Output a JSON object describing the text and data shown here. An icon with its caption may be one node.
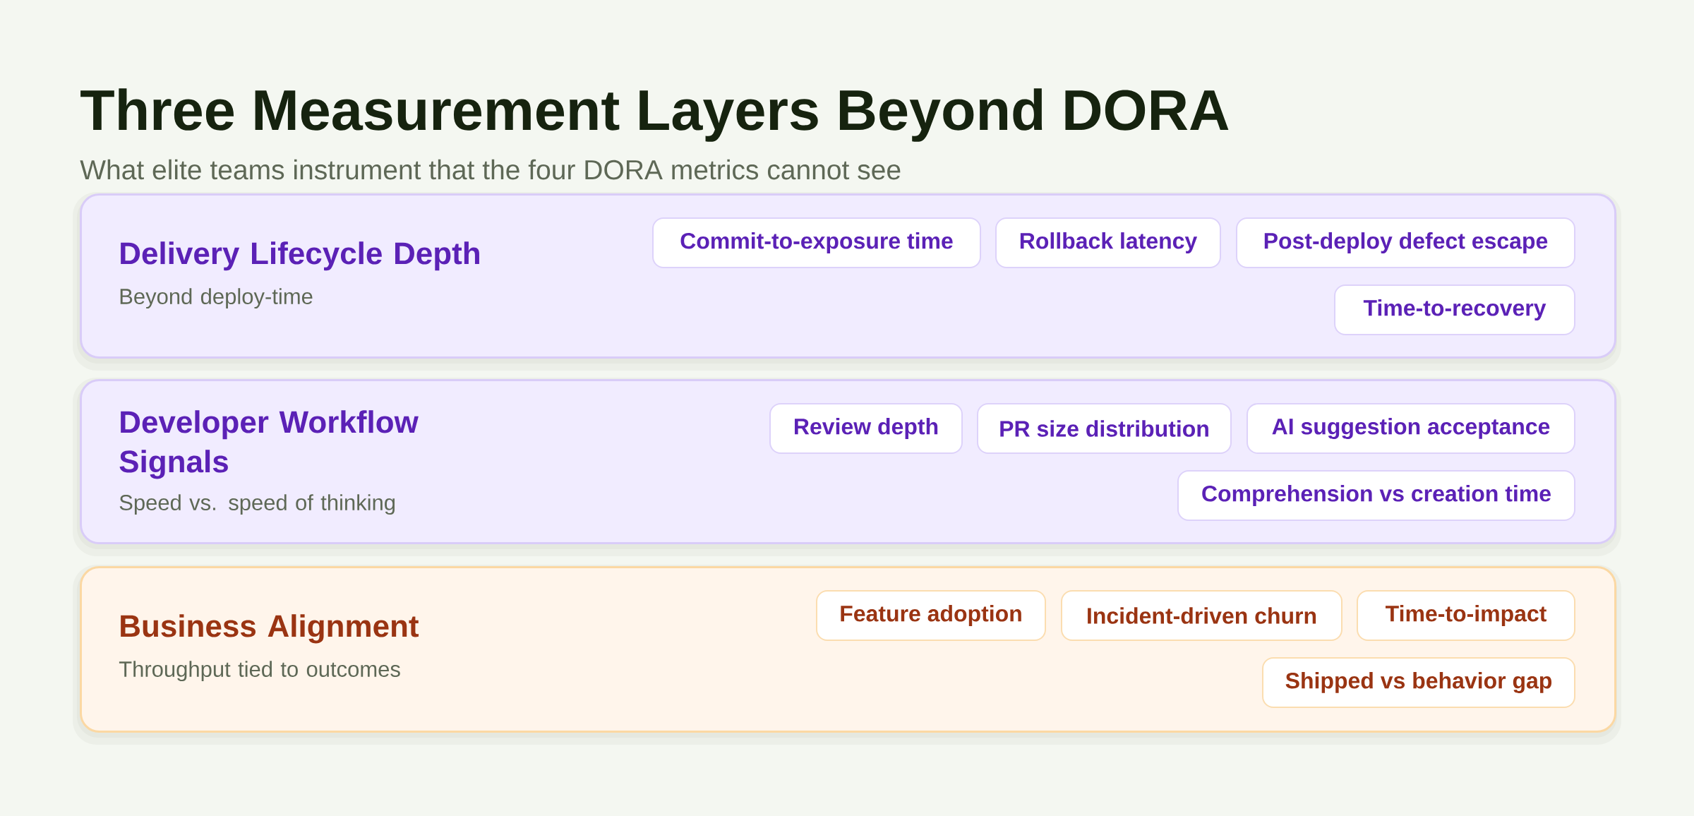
{
  "diagram": {
    "title": "Three Measurement Layers Beyond DORA",
    "nodes": [
      {
        "text": [
          "Delivery Lifecycle Depth",
          "Beyond deploy-time"
        ]
      },
      {
        "text": [
          "Commit-to-exposure time"
        ],
        "in": 0
      },
      {
        "text": [
          "Rollback latency"
        ],
        "in": 0
      },
      {
        "text": [
          "Post-deploy defect escape"
        ],
        "in": 0
      },
      {
        "text": [
          "Time-to-recovery"
        ],
        "in": 0
      },
      {
        "text": [
          "Developer Workflow Signals",
          "Speed vs. speed of thinking"
        ]
      },
      {
        "text": [
          "Review depth"
        ],
        "in": 5
      },
      {
        "text": [
          "PR size distribution"
        ],
        "in": 5
      },
      {
        "text": [
          "AI suggestion acceptance"
        ],
        "in": 5
      },
      {
        "text": [
          "Comprehension vs creation time"
        ],
        "in": 5
      },
      {
        "text": [
          "Business Alignment",
          "Throughput tied to outcomes"
        ]
      },
      {
        "text": [
          "Feature adoption"
        ],
        "in": 10
      },
      {
        "text": [
          "Incident-driven churn"
        ],
        "in": 10
      },
      {
        "text": [
          "Time-to-impact"
        ],
        "in": 10
      },
      {
        "text": [
          "Shipped vs behavior gap"
        ],
        "in": 10
      }
    ],
    "labels": [
      "What elite teams instrument that the four DORA metrics cannot see"
    ]
  }
}
